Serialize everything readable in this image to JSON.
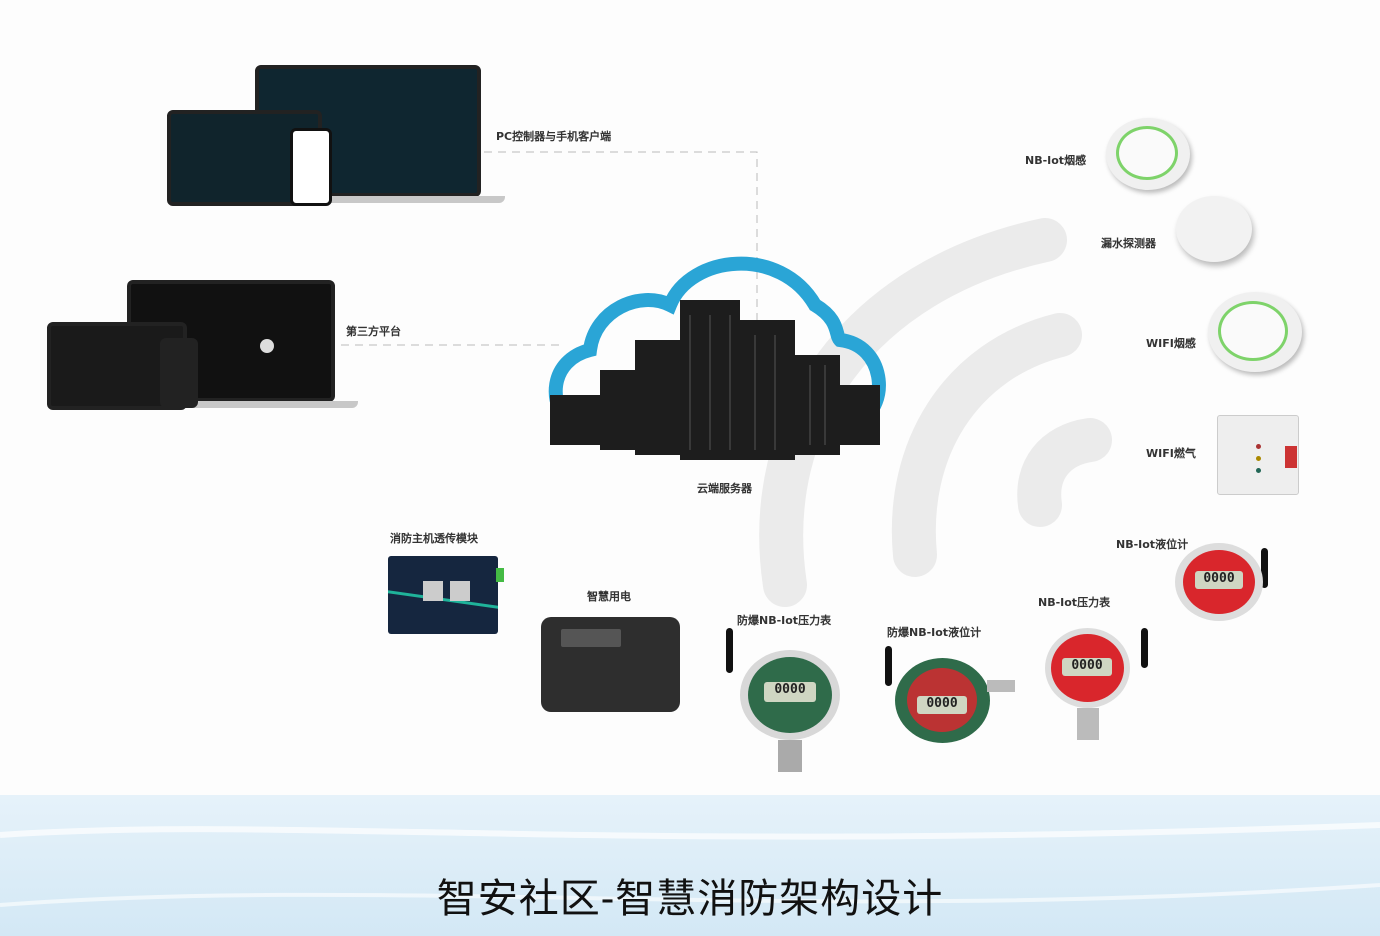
{
  "title": "智安社区-智慧消防架构设计",
  "labels": {
    "pc_client": "PC控制器与手机客户端",
    "third_party": "第三方平台",
    "cloud_server": "云端服务器",
    "fire_module": "消防主机透传模块",
    "smart_power": "智慧用电",
    "ex_nb_pressure": "防爆NB-Iot压力表",
    "ex_nb_level": "防爆NB-Iot液位计",
    "nb_pressure": "NB-Iot压力表",
    "nb_level": "NB-Iot液位计",
    "nb_smoke": "NB-Iot烟感",
    "water_leak": "漏水探测器",
    "wifi_smoke": "WIFI烟感",
    "wifi_gas": "WIFI燃气"
  },
  "gauge_readouts": {
    "ex_nb_pressure": "0000",
    "ex_nb_level": "0000",
    "nb_pressure": "0000",
    "nb_level": "0000"
  },
  "colors": {
    "cloud": "#2aa5d6",
    "accent_green": "#7ed36a",
    "gauge_red": "#d9262c",
    "gauge_green": "#2f6b4a",
    "band": "#d8ebf7"
  }
}
